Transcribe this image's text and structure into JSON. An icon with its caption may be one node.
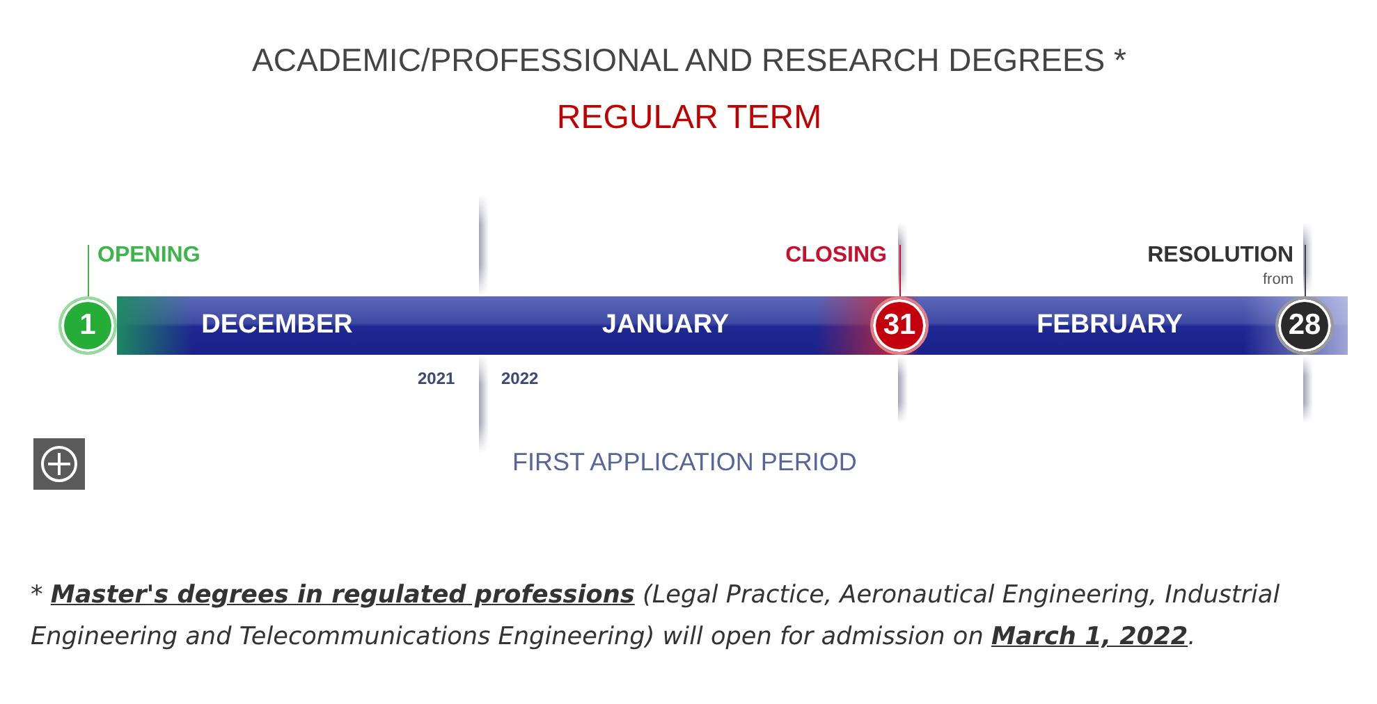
{
  "diagram": {
    "title": "ACADEMIC/PROFESSIONAL AND RESEARCH DEGREES *",
    "nodes": [
      {
        "text": [
          "DECEMBER",
          "JANUARY",
          "FEBRUARY"
        ]
      },
      {
        "text": [
          "1"
        ],
        "beside": [
          "OPENING"
        ]
      },
      {
        "text": [
          "31"
        ],
        "beside": [
          "CLOSING"
        ],
        "in": 0
      },
      {
        "text": [
          "28"
        ],
        "beside": [
          "RESOLUTION",
          "from"
        ],
        "in": 0
      }
    ],
    "labels": [
      "REGULAR TERM",
      "2021",
      "2022",
      "FIRST APPLICATION PERIOD",
      "* **Master's degrees in regulated professions** (Legal Practice, Aeronautical Engineering, Industrial Engineering and Telecommunications Engineering) will open for admission on **March 1, 2022**."
    ]
  }
}
